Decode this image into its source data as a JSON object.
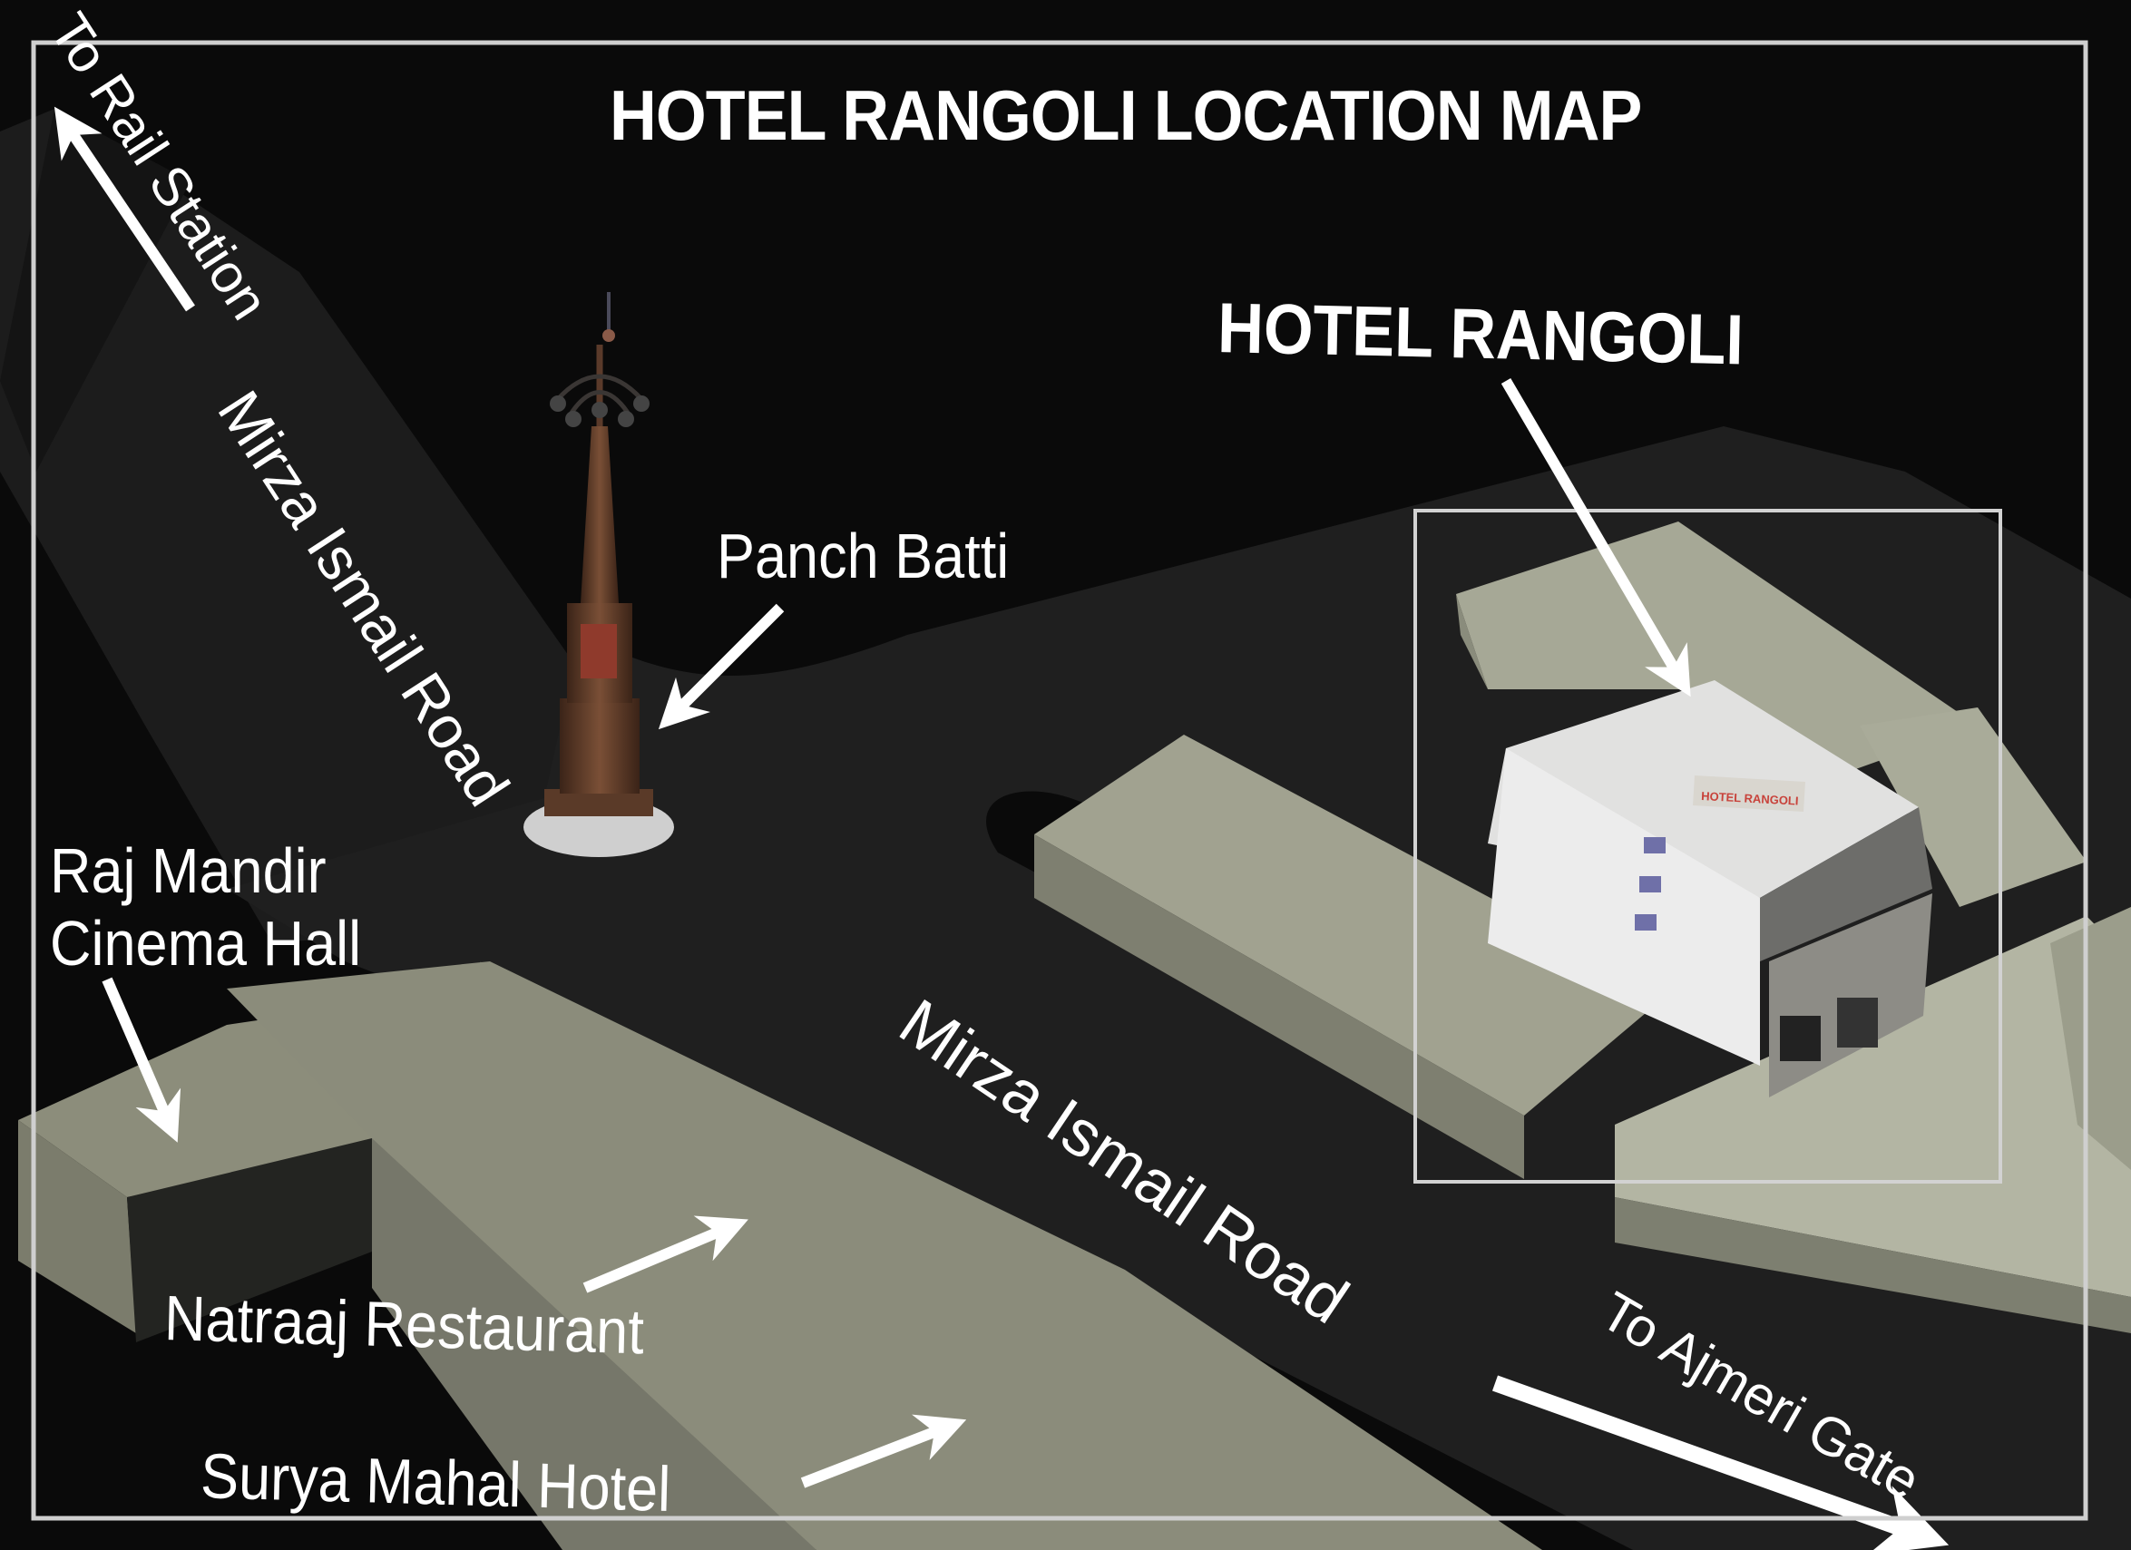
{
  "map": {
    "title": "HOTEL RANGOLI  LOCATION MAP",
    "colors": {
      "background": "#0a0a0a",
      "road": "#1f1f1f",
      "building_top": "#8e8f7e",
      "building_side": "#6d6e60",
      "building_light_top": "#b7b9a8",
      "hotel_wall": "#e6e6e6",
      "frame": "#cfcfcf",
      "text": "#ffffff",
      "hotel_sign_text": "#c8423a"
    },
    "landmarks": {
      "hotel": {
        "label": "HOTEL RANGOLI",
        "sign_text": "HOTEL RANGOLI"
      },
      "panch_batti": {
        "label": "Panch Batti"
      },
      "raj_mandir": {
        "line1": "Raj Mandir",
        "line2": "Cinema Hall"
      },
      "natraaj": {
        "label": "Natraaj Restaurant"
      },
      "surya_mahal": {
        "label": "Surya Mahal Hotel"
      }
    },
    "roads": {
      "upper": {
        "label": "Mirza Ismail Road"
      },
      "lower": {
        "label": "Mirza Ismail Road"
      }
    },
    "directions": {
      "rail": {
        "label": "To Rail Station"
      },
      "ajmeri": {
        "label": "To Ajmeri Gate"
      }
    }
  }
}
